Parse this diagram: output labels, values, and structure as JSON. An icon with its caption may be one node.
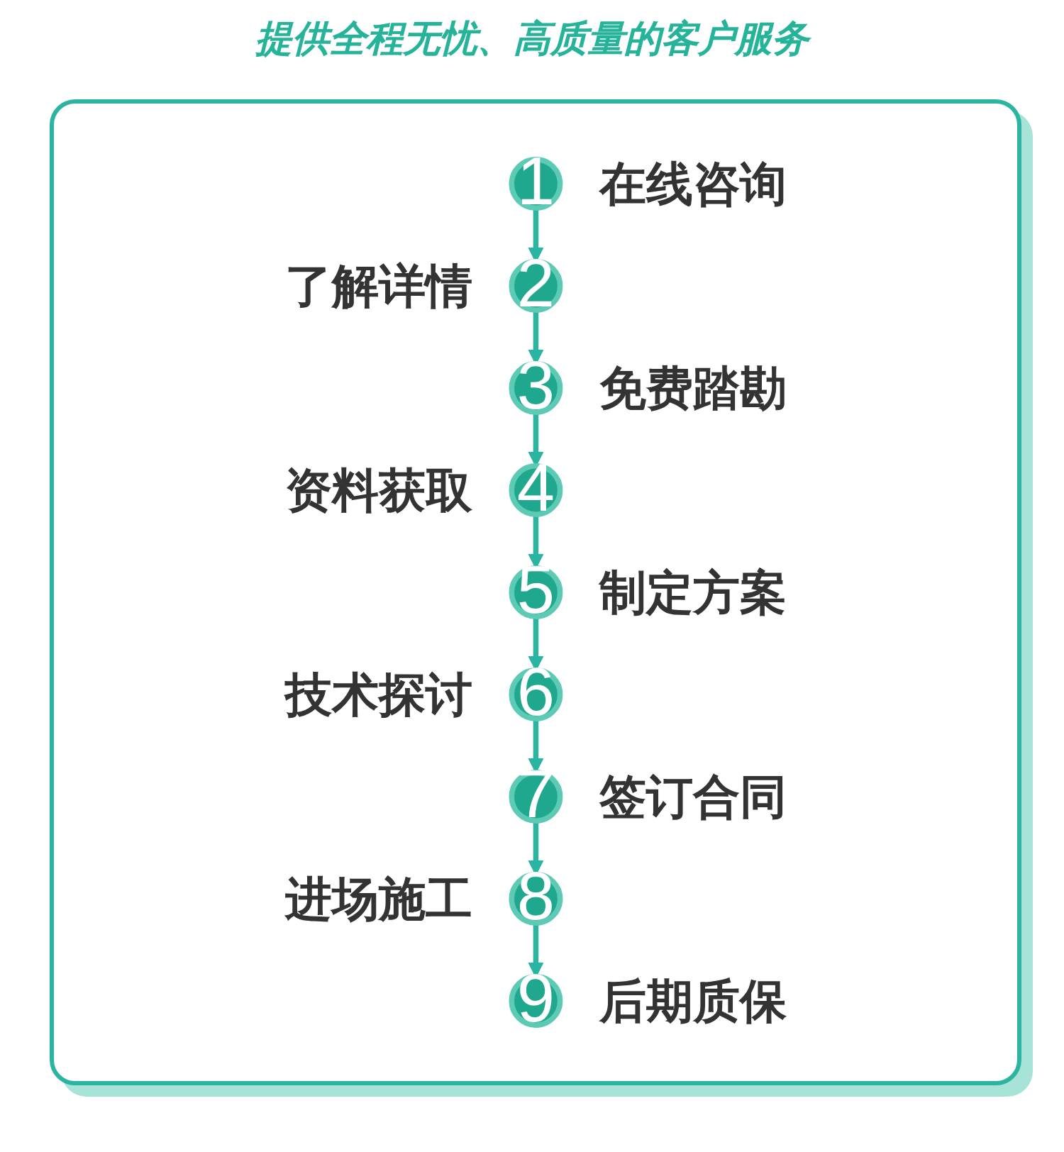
{
  "diagram": {
    "title": "提供全程无忧、高质量的客户服务",
    "nodes": [
      {
        "text": [
          "1"
        ],
        "beside": [
          "在线咨询"
        ]
      },
      {
        "text": [
          "2"
        ],
        "beside": [
          "了解详情"
        ]
      },
      {
        "text": [
          "3"
        ],
        "beside": [
          "免费踏勘"
        ]
      },
      {
        "text": [
          "4"
        ],
        "beside": [
          "资料获取"
        ]
      },
      {
        "text": [
          "5"
        ],
        "beside": [
          "制定方案"
        ]
      },
      {
        "text": [
          "6"
        ],
        "beside": [
          "技术探讨"
        ]
      },
      {
        "text": [
          "7"
        ],
        "beside": [
          "签订合同"
        ]
      },
      {
        "text": [
          "8"
        ],
        "beside": [
          "进场施工"
        ]
      },
      {
        "text": [
          "9"
        ],
        "beside": [
          "后期质保"
        ]
      }
    ],
    "edges": [
      {
        "from": 0,
        "to": 1,
        "arrow": "to"
      },
      {
        "from": 1,
        "to": 2,
        "arrow": "to"
      },
      {
        "from": 2,
        "to": 3,
        "arrow": "to"
      },
      {
        "from": 3,
        "to": 4,
        "arrow": "to"
      },
      {
        "from": 4,
        "to": 5,
        "arrow": "to"
      },
      {
        "from": 5,
        "to": 6,
        "arrow": "to"
      },
      {
        "from": 6,
        "to": 7,
        "arrow": "to"
      },
      {
        "from": 7,
        "to": 8,
        "arrow": "to"
      }
    ]
  }
}
